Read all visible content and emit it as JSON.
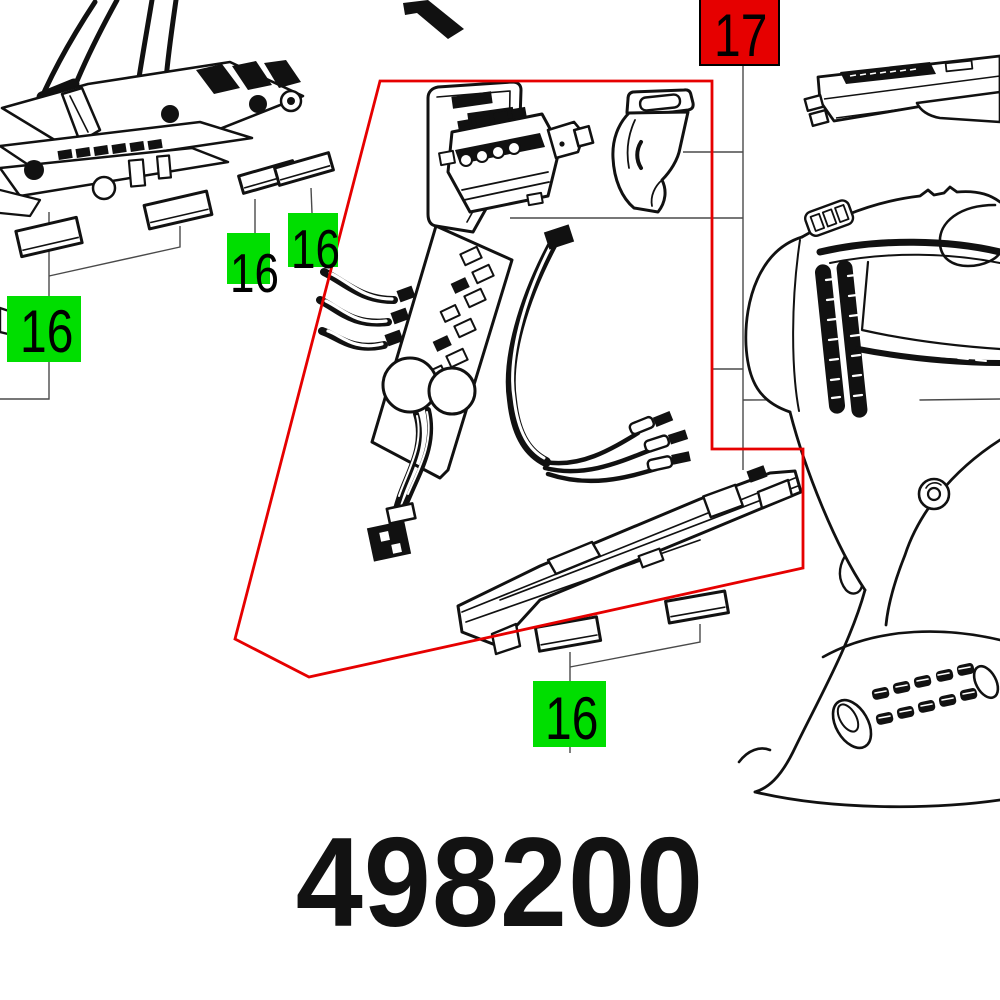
{
  "page": {
    "part_number": "498200",
    "background": "#ffffff"
  },
  "colors": {
    "highlight_red": "#e60000",
    "label_green": "#00de00",
    "label_text": "#000000",
    "line_art": "#111111",
    "leader_line": "#4a4a4a"
  },
  "callouts": {
    "red_label": {
      "text": "17"
    },
    "green_labels": [
      {
        "id": "left",
        "text": "16"
      },
      {
        "id": "mid-left",
        "text": "16"
      },
      {
        "id": "mid-right",
        "text": "16"
      },
      {
        "id": "bottom",
        "text": "16"
      }
    ]
  }
}
